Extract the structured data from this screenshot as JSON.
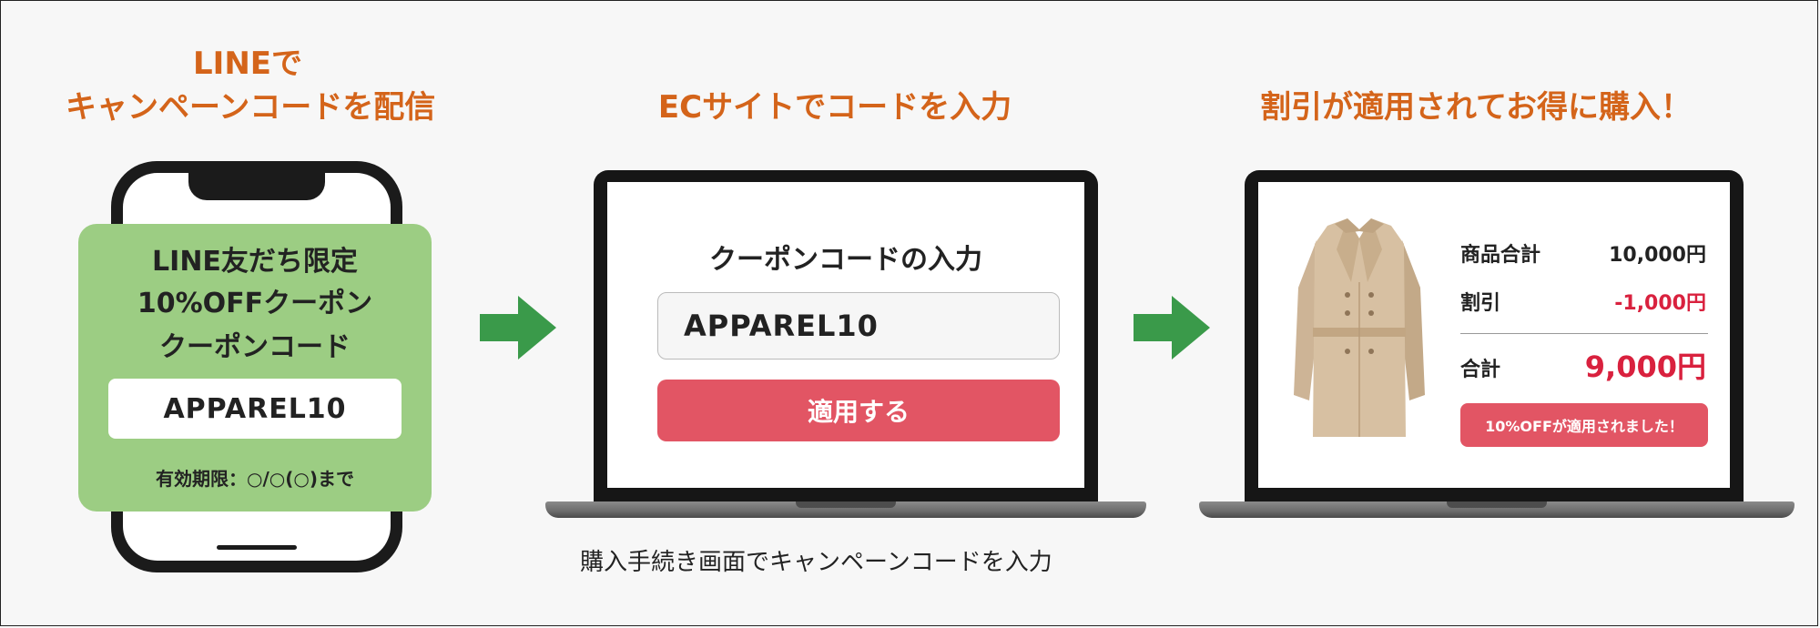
{
  "steps": [
    {
      "title_line1": "LINEで",
      "title_line2": "キャンペーンコードを配信"
    },
    {
      "title": "ECサイトでコードを入力"
    },
    {
      "title": "割引が適用されてお得に購入！"
    }
  ],
  "coupon": {
    "line1": "LINE友だち限定",
    "line2": "10%OFFクーポン",
    "line3": "クーポンコード",
    "code": "APPAREL10",
    "expiry": "有効期限：○/○(○)まで"
  },
  "checkout_form": {
    "title": "クーポンコードの入力",
    "input_value": "APPAREL10",
    "apply_label": "適用する",
    "caption": "購入手続き画面でキャンペーンコードを入力"
  },
  "summary": {
    "subtotal_label": "商品合計",
    "subtotal_value": "10,000円",
    "discount_label": "割引",
    "discount_value": "-1,000円",
    "total_label": "合計",
    "total_value": "9,000円",
    "badge": "10%OFFが適用されました！"
  },
  "colors": {
    "title": "#d4641a",
    "coupon_bg": "#9ccd83",
    "arrow": "#3a9a4a",
    "accent_red": "#e25564",
    "price_red": "#d9213e"
  },
  "icons": [
    "right-arrow-icon",
    "trench-coat-icon"
  ]
}
